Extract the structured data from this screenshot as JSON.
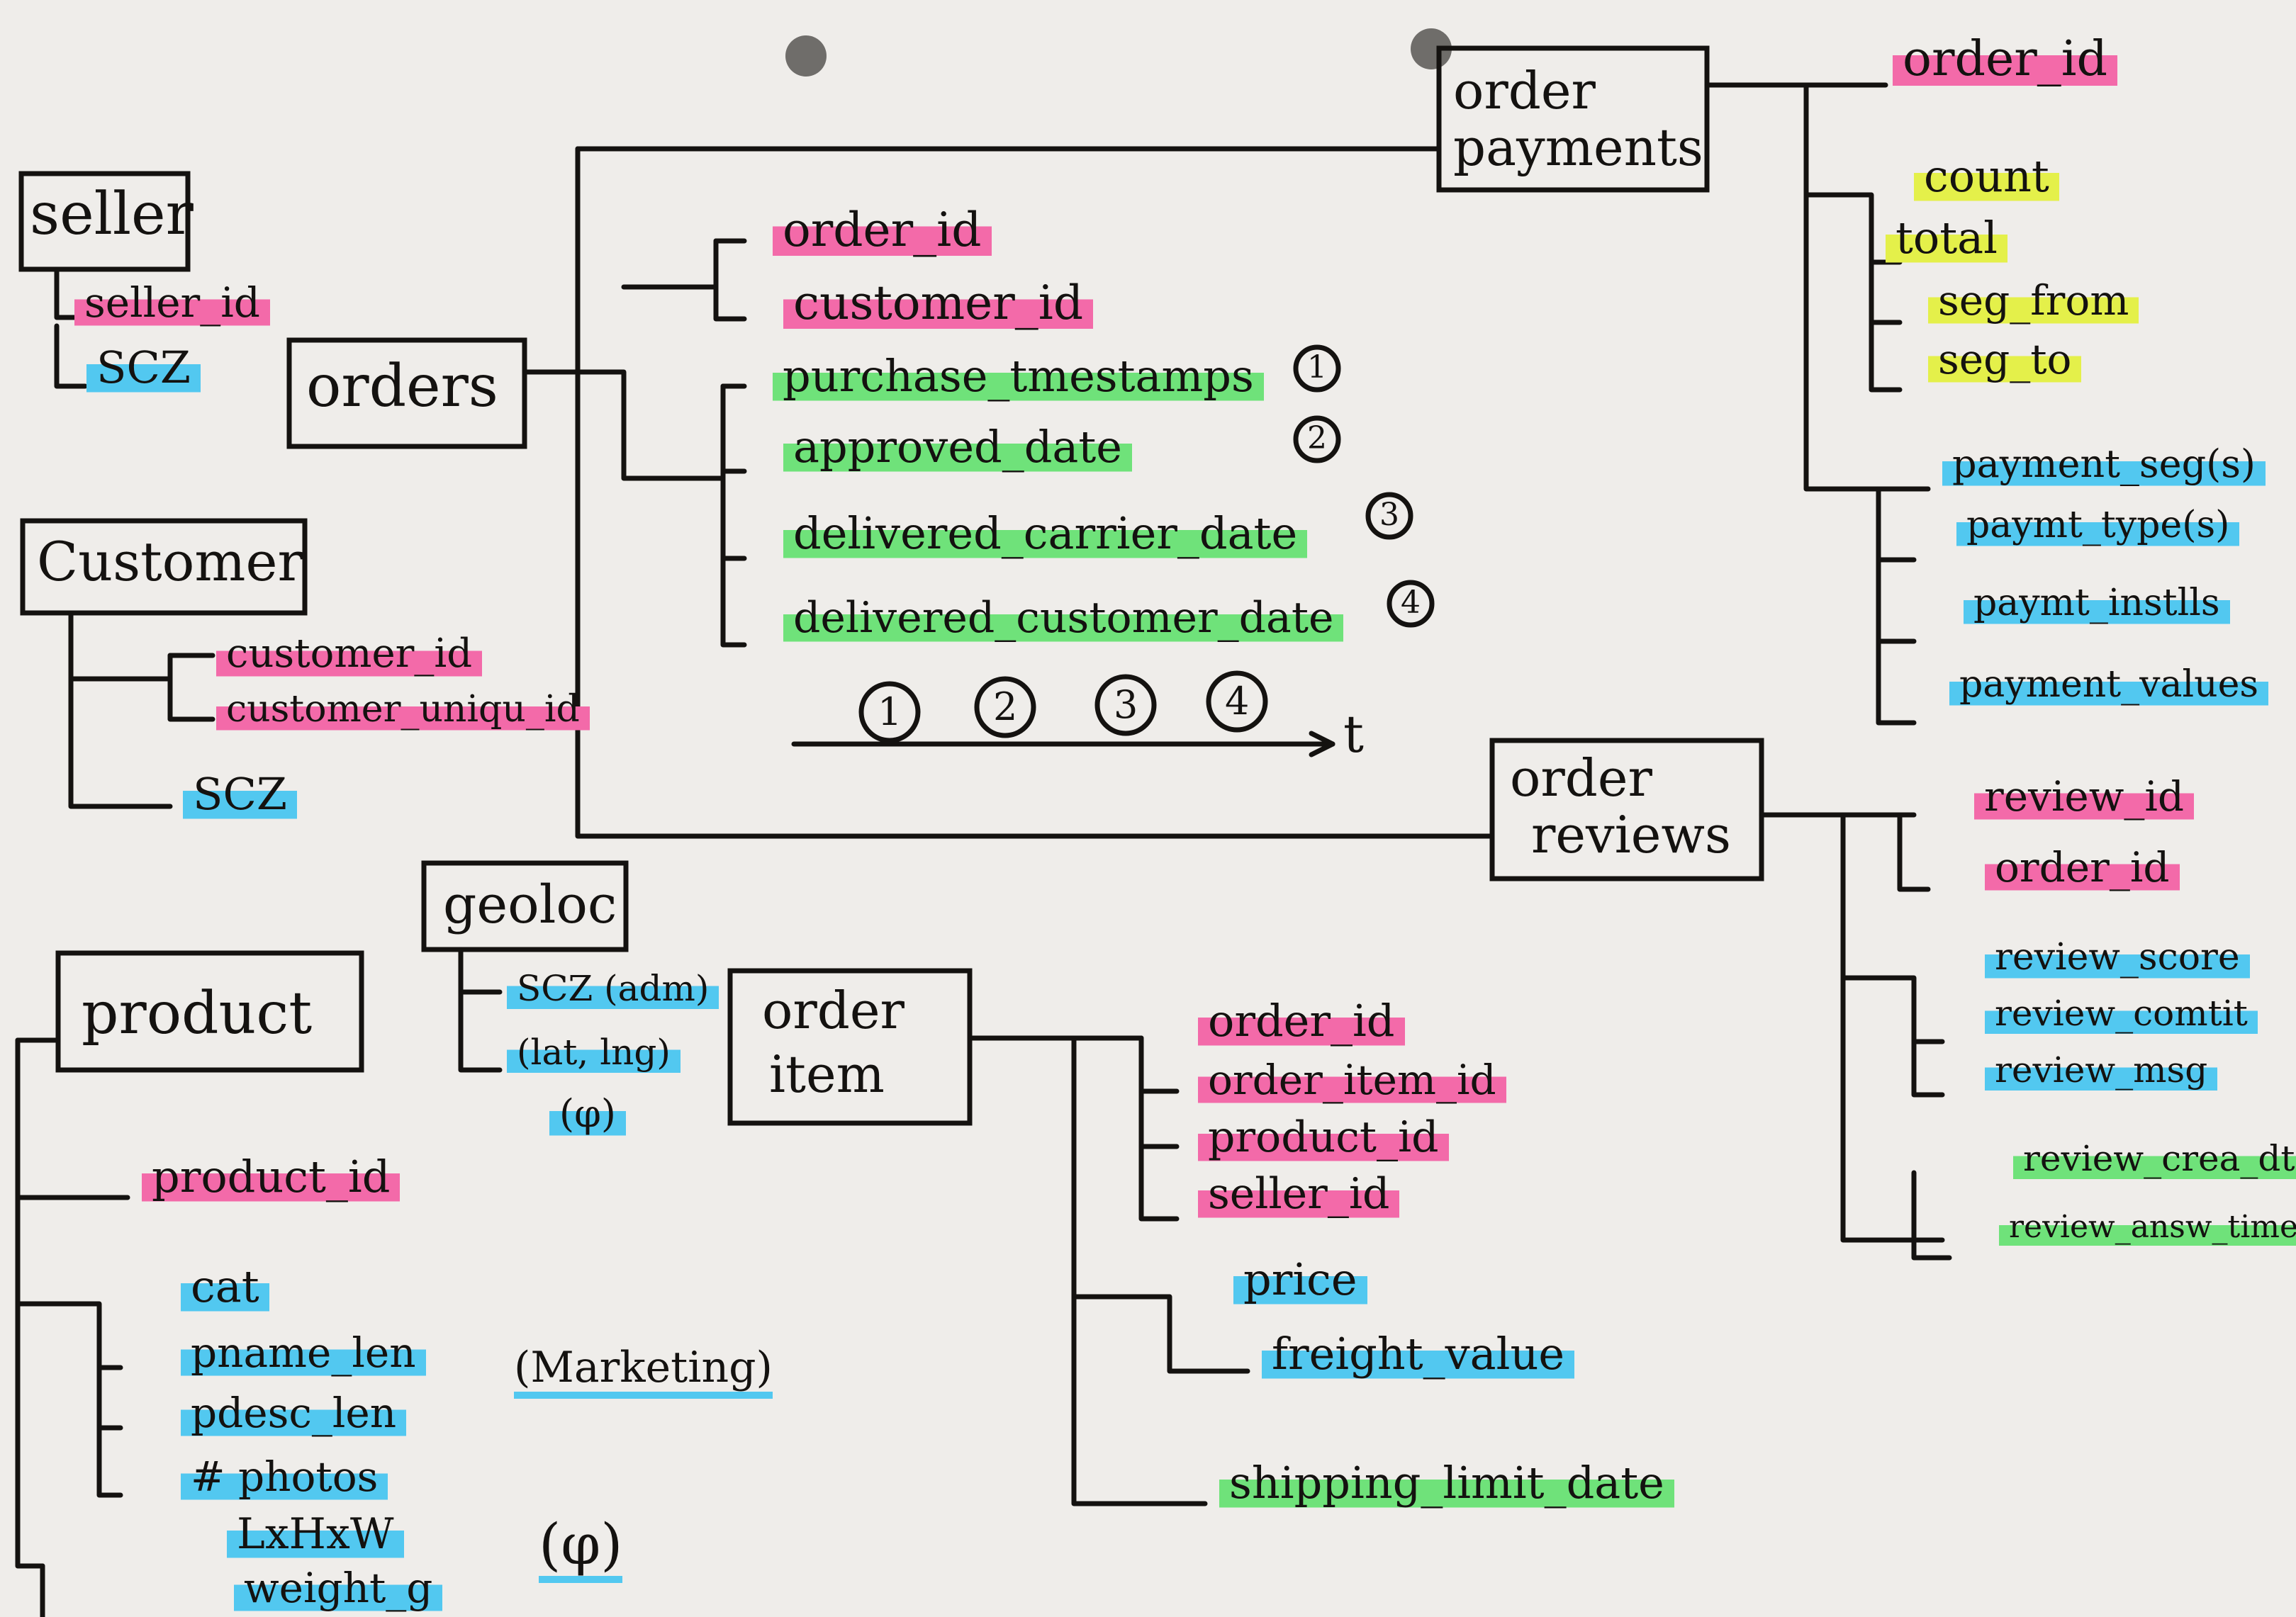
{
  "colors": {
    "paper": "#efedea",
    "ink": "#141210",
    "key": "#f36aa9",
    "attribute": "#52c8f0",
    "time": "#6fe27a",
    "amount": "#e4f04a"
  },
  "entities": {
    "seller": "seller",
    "orders": "orders",
    "customer": "Customer",
    "order_payments_line1": "order",
    "order_payments_line2": "payments",
    "order_reviews_line1": "order",
    "order_reviews_line2": "reviews",
    "geoloc": "geoloc",
    "product": "product",
    "order_item_line1": "order",
    "order_item_line2": "item"
  },
  "fields": {
    "seller": [
      "seller_id",
      "SCZ"
    ],
    "customer": [
      "customer_id",
      "customer_uniqu_id",
      "SCZ"
    ],
    "orders": [
      "order_id",
      "customer_id",
      "purchase_tmestamps",
      "approved_date",
      "delivered_carrier_date",
      "delivered_customer_date"
    ],
    "orders_markers": [
      "1",
      "2",
      "3",
      "4"
    ],
    "payments": [
      "order_id",
      "count",
      "total",
      "seg_from",
      "seg_to",
      "payment_seg(s)",
      "paymt_type(s)",
      "paymt_instlls",
      "payment_values"
    ],
    "reviews": [
      "review_id",
      "order_id",
      "review_score",
      "review_comtit",
      "review_msg",
      "review_crea_dt",
      "review_answ_time"
    ],
    "geoloc": [
      "SCZ (adm)",
      "(lat, lng)",
      "(φ)"
    ],
    "item": [
      "order_id",
      "order_item_id",
      "product_id",
      "seller_id",
      "price",
      "freight_value",
      "shipping_limit_date"
    ],
    "product": [
      "product_id",
      "cat",
      "pname_len",
      "pdesc_len",
      "# photos",
      "LxHxW",
      "weight_g"
    ]
  },
  "notes": {
    "timeline_axis": "t",
    "timeline_markers": [
      "1",
      "2",
      "3",
      "4"
    ],
    "marketing": "(Marketing)",
    "phi": "(φ)"
  }
}
